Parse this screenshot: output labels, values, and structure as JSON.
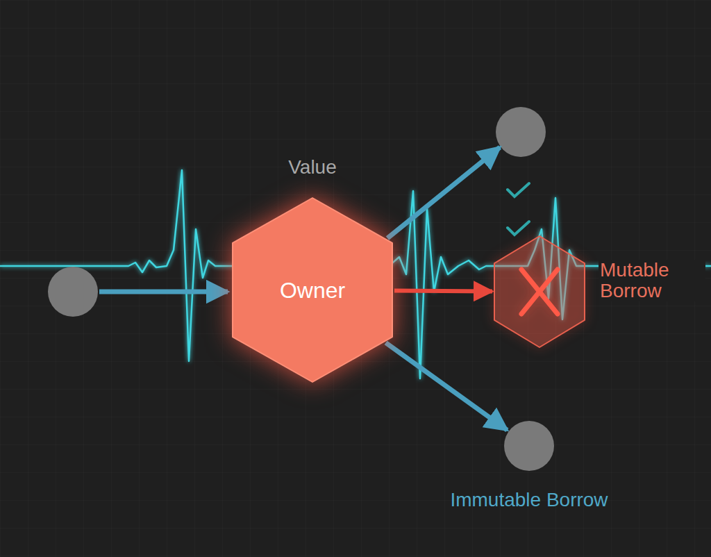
{
  "diagram": {
    "nodes": [
      {
        "text": [
          "Value",
          "Owner"
        ]
      },
      {
        "text": [
          "Mutable Borrow"
        ]
      },
      {
        "text": [
          "Immutable Borrow"
        ]
      }
    ],
    "edges": [
      {
        "from": 0,
        "to": 1,
        "arrow": "to"
      },
      {
        "from": 0,
        "to": 2,
        "arrow": "to"
      }
    ]
  }
}
